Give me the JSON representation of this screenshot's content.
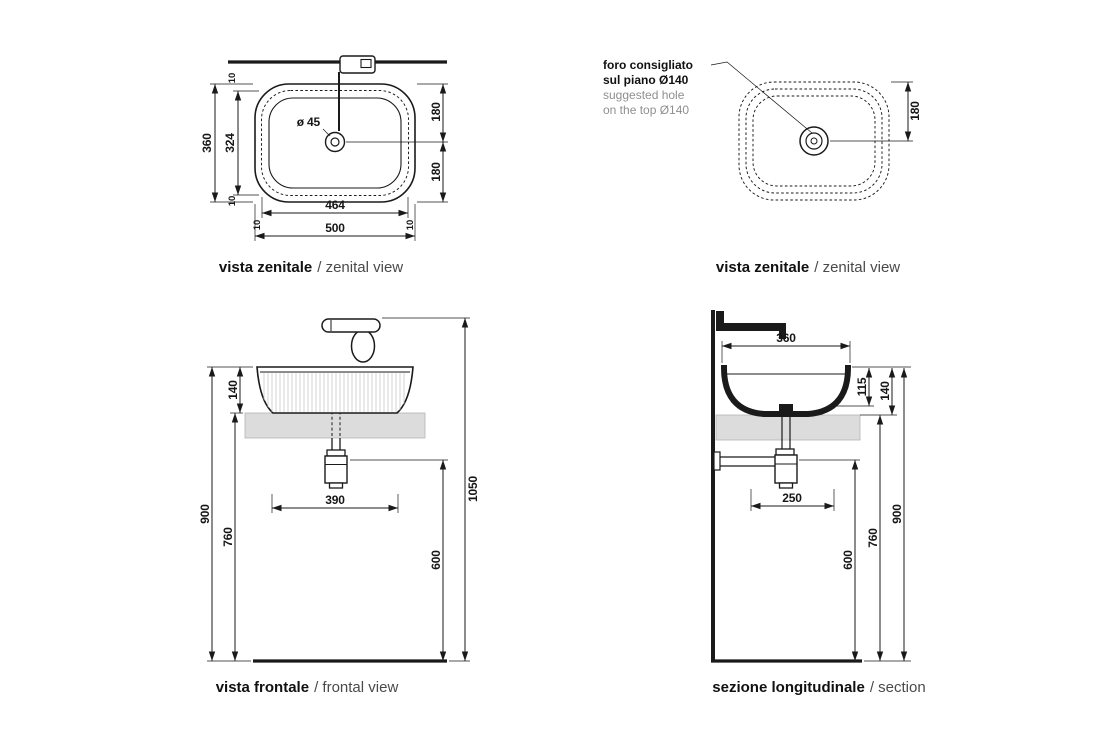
{
  "colors": {
    "line": "#1a1a1a",
    "counter_fill": "#dcdcdc",
    "secondary_text": "#8f8f8f"
  },
  "captions": {
    "tl_bold": "vista zenitale",
    "tl_rest": "/ zenital view",
    "tr_bold": "vista zenitale",
    "tr_rest": "/ zenital view",
    "bl_bold": "vista frontale",
    "bl_rest": "/ frontal view",
    "br_bold": "sezione longitudinale",
    "br_rest": "/ section"
  },
  "top_left": {
    "d360": "360",
    "d324": "324",
    "d10_top": "10",
    "d10_bottom": "10",
    "d180_top": "180",
    "d180_bottom": "180",
    "d464": "464",
    "d10_left": "10",
    "d10_right": "10",
    "d500": "500",
    "drain_diameter": "ø 45"
  },
  "top_right": {
    "note_line1": "foro consigliato",
    "note_line2": "sul piano Ø140",
    "note_line3": "suggested hole",
    "note_line4": "on the top Ø140",
    "d180": "180"
  },
  "bottom_left": {
    "d140": "140",
    "d900": "900",
    "d760": "760",
    "d390": "390",
    "d600": "600",
    "d1050": "1050"
  },
  "bottom_right": {
    "d360": "360",
    "d115": "115",
    "d140": "140",
    "d250": "250",
    "d600": "600",
    "d760": "760",
    "d900": "900"
  }
}
